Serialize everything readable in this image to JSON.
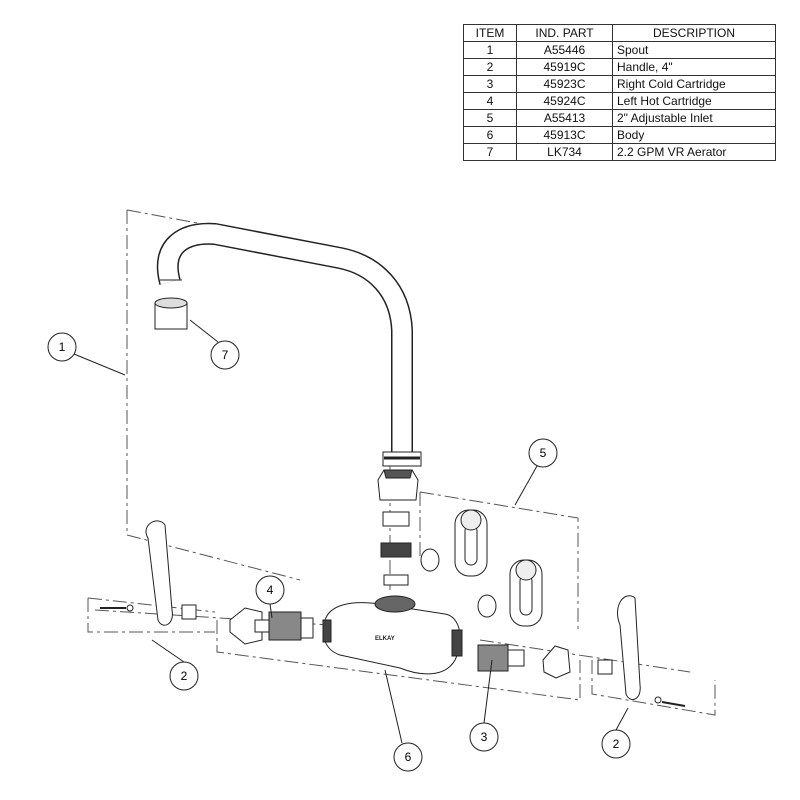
{
  "table": {
    "headers": [
      "ITEM",
      "IND. PART",
      "DESCRIPTION"
    ],
    "rows": [
      {
        "item": "1",
        "part": "A55446",
        "description": "Spout"
      },
      {
        "item": "2",
        "part": "45919C",
        "description": "Handle, 4\""
      },
      {
        "item": "3",
        "part": "45923C",
        "description": "Right Cold Cartridge"
      },
      {
        "item": "4",
        "part": "45924C",
        "description": "Left Hot Cartridge"
      },
      {
        "item": "5",
        "part": "A55413",
        "description": "2\" Adjustable Inlet"
      },
      {
        "item": "6",
        "part": "45913C",
        "description": "Body"
      },
      {
        "item": "7",
        "part": "LK734",
        "description": "2.2 GPM VR Aerator"
      }
    ]
  },
  "callouts": {
    "spout": "1",
    "aerator": "7",
    "inlet": "5",
    "left_cartridge": "4",
    "left_handle": "2",
    "body": "6",
    "right_cartridge": "3",
    "right_handle": "2"
  },
  "body_logo": "ELKAY"
}
